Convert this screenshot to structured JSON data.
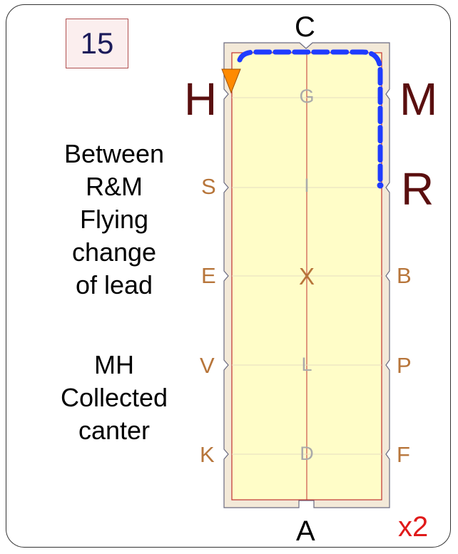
{
  "test_number": "15",
  "description_1": "Between\nR&M\nFlying\nchange\nof lead",
  "description_2": "MH\nCollected\ncanter",
  "letters": {
    "C": "C",
    "A": "A",
    "H": "H",
    "M": "M",
    "R": "R",
    "S": "S",
    "E": "E",
    "V": "V",
    "K": "K",
    "B": "B",
    "P": "P",
    "F": "F",
    "G": "G",
    "I": "I",
    "X": "X",
    "L": "L",
    "D": "D"
  },
  "repeat": "x2",
  "colors": {
    "arena_fill": "#fffdc8",
    "arena_border": "#c03030",
    "path": "#1f3cff",
    "start_marker": "#ff8a00",
    "marker_letters": "#b7753a",
    "highlight_letters": "#5a0f0f",
    "repeat": "#e01a1a"
  }
}
